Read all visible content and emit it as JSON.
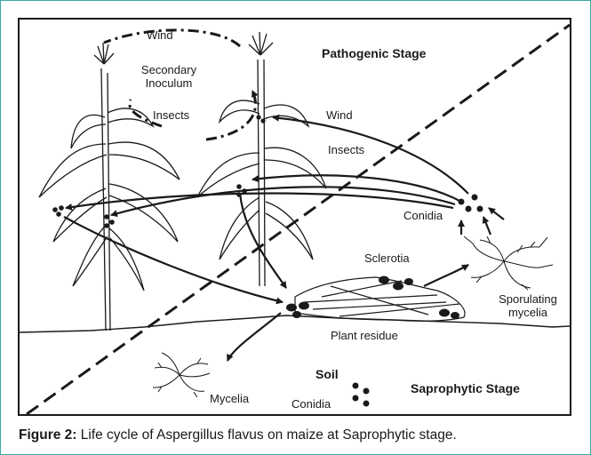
{
  "diagram": {
    "stages": {
      "pathogenic": "Pathogenic Stage",
      "saprophytic": "Saprophytic Stage",
      "soil": "Soil"
    },
    "labels": {
      "wind_top": "Wind",
      "secondary_inoculum_line1": "Secondary",
      "secondary_inoculum_line2": "Inoculum",
      "insects_left": "Insects",
      "wind_right": "Wind",
      "insects_right": "Insects",
      "conidia_upper": "Conidia",
      "sclerotia": "Sclerotia",
      "sporulating_line1": "Sporulating",
      "sporulating_line2": "mycelia",
      "plant_residue": "Plant residue",
      "mycelia": "Mycelia",
      "conidia_lower": "Conidia"
    }
  },
  "caption": {
    "prefix": "Figure 2:",
    "text": " Life cycle of Aspergillus flavus on maize at Saprophytic stage."
  },
  "colors": {
    "frame": "#3aa9a3",
    "ink": "#1a1a1a"
  }
}
